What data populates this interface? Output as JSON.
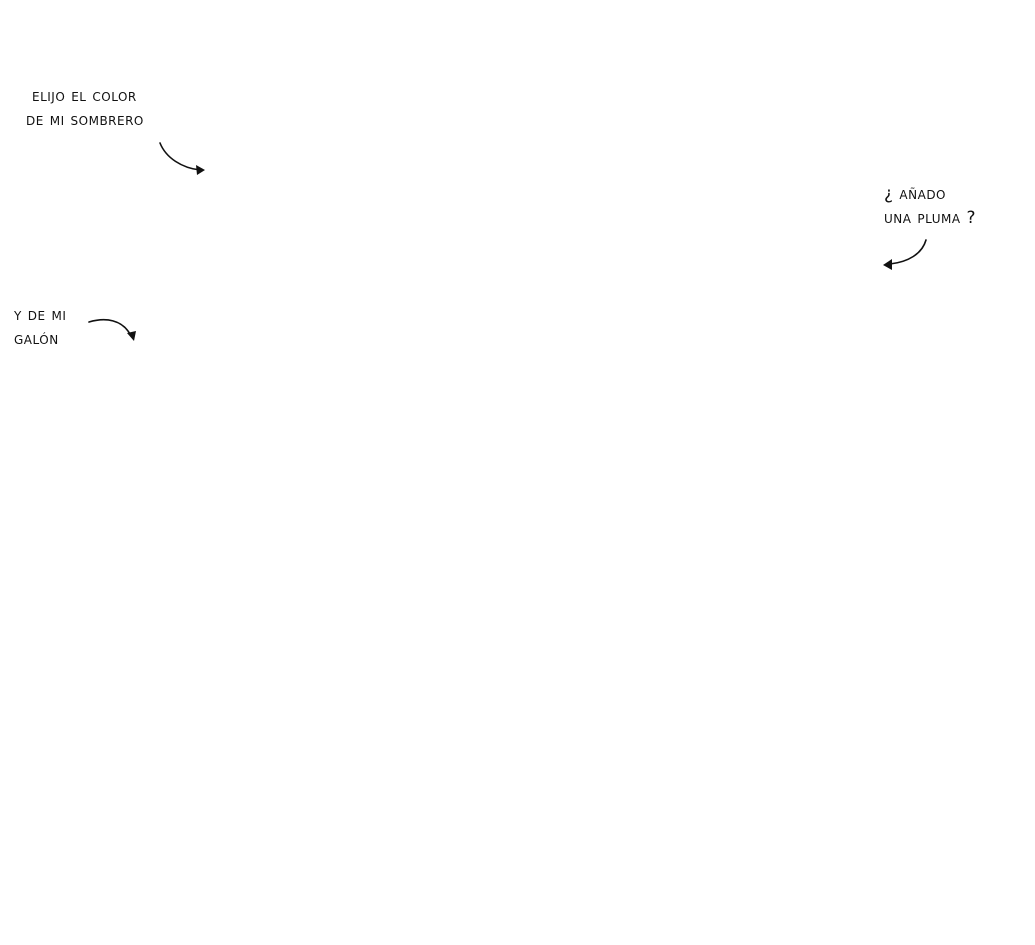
{
  "annotations": {
    "hat_color": {
      "line1": "elijo el color",
      "line2": "de mi sombrero"
    },
    "feather": {
      "line1": "¿ añado",
      "line2": "una pluma ?"
    },
    "band": {
      "line1": "y de mi",
      "line2": "galón"
    }
  },
  "icons": {
    "arrow": "curved-arrow-icon"
  }
}
